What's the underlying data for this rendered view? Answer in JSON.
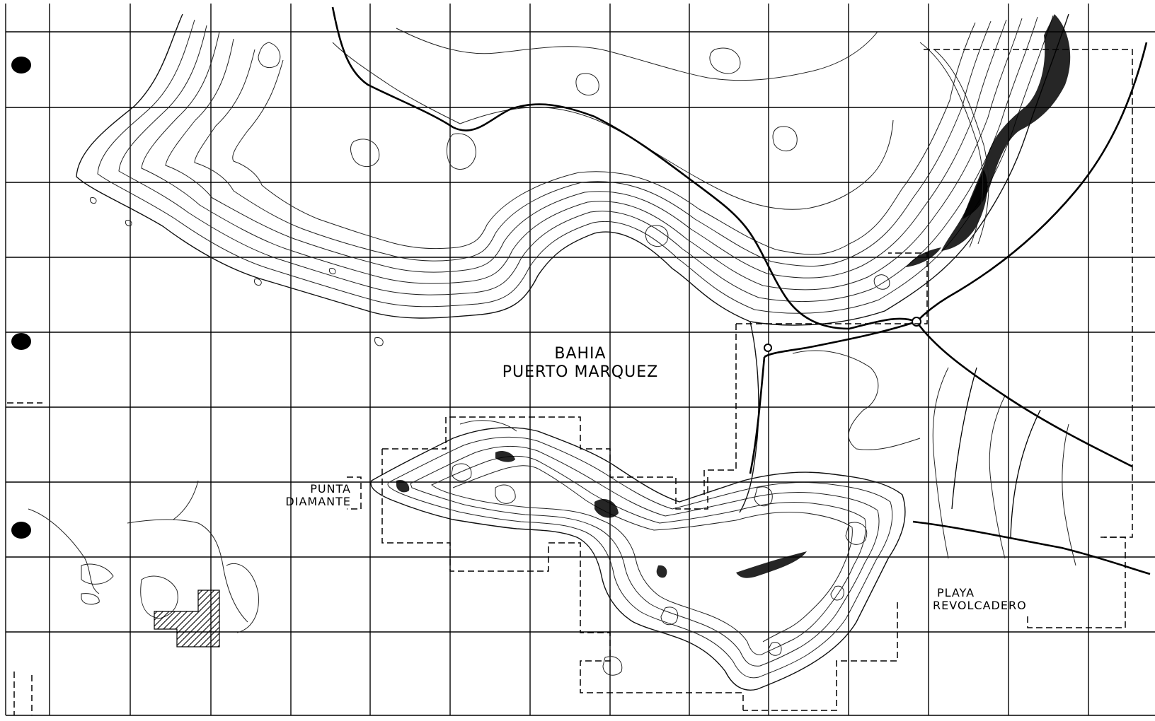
{
  "labels": {
    "bay_line1": "BAHIA",
    "bay_line2": "PUERTO MARQUEZ",
    "punta_line1": "PUNTA",
    "punta_line2": "DIAMANTE",
    "playa_line1": "PLAYA",
    "playa_line2": "REVOLCADERO"
  },
  "colors": {
    "ink": "#000000",
    "paper": "#ffffff"
  }
}
